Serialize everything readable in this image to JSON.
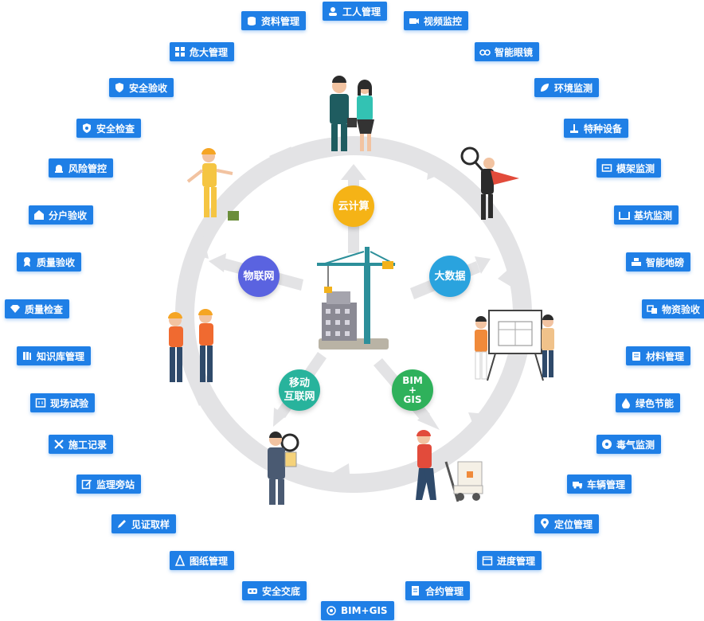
{
  "center": {
    "hubs": [
      {
        "id": "cloud",
        "label": "云计算",
        "color": "#f5b316"
      },
      {
        "id": "bigdata",
        "label": "大数据",
        "color": "#2aa3de"
      },
      {
        "id": "bimgis",
        "label": "BIM\n+\nGIS",
        "color": "#2fb15b"
      },
      {
        "id": "mobile",
        "label": "移动\n互联网",
        "color": "#28b39c"
      },
      {
        "id": "iot",
        "label": "物联网",
        "color": "#5a63e0"
      }
    ],
    "illustrations": [
      "managers",
      "surveyor",
      "presenters",
      "delivery-worker",
      "inspector",
      "safety-workers",
      "electrician",
      "tower-crane"
    ]
  },
  "tags": [
    {
      "label": "工人管理",
      "icon": "worker-icon"
    },
    {
      "label": "视频监控",
      "icon": "camera-icon"
    },
    {
      "label": "智能眼镜",
      "icon": "glasses-icon"
    },
    {
      "label": "环境监测",
      "icon": "leaf-icon"
    },
    {
      "label": "特种设备",
      "icon": "equipment-icon"
    },
    {
      "label": "模架监测",
      "icon": "formwork-icon"
    },
    {
      "label": "基坑监测",
      "icon": "pit-icon"
    },
    {
      "label": "智能地磅",
      "icon": "scale-icon"
    },
    {
      "label": "物资验收",
      "icon": "materials-icon"
    },
    {
      "label": "材料管理",
      "icon": "material-icon"
    },
    {
      "label": "绿色节能",
      "icon": "drop-icon"
    },
    {
      "label": "毒气监测",
      "icon": "hazard-icon"
    },
    {
      "label": "车辆管理",
      "icon": "truck-icon"
    },
    {
      "label": "定位管理",
      "icon": "location-icon"
    },
    {
      "label": "进度管理",
      "icon": "calendar-icon"
    },
    {
      "label": "合约管理",
      "icon": "contract-icon"
    },
    {
      "label": "BIM+GIS",
      "icon": "target-icon"
    },
    {
      "label": "安全交底",
      "icon": "vr-icon"
    },
    {
      "label": "图纸管理",
      "icon": "drawing-icon"
    },
    {
      "label": "见证取样",
      "icon": "pen-icon"
    },
    {
      "label": "监理旁站",
      "icon": "edit-icon"
    },
    {
      "label": "施工记录",
      "icon": "tools-icon"
    },
    {
      "label": "现场试验",
      "icon": "test-icon"
    },
    {
      "label": "知识库管理",
      "icon": "knowledge-icon"
    },
    {
      "label": "质量检查",
      "icon": "diamond-icon"
    },
    {
      "label": "质量验收",
      "icon": "badge-icon"
    },
    {
      "label": "分户验收",
      "icon": "house-icon"
    },
    {
      "label": "风险管控",
      "icon": "alarm-icon"
    },
    {
      "label": "安全检查",
      "icon": "shield-check-icon"
    },
    {
      "label": "安全验收",
      "icon": "shield-icon"
    },
    {
      "label": "危大管理",
      "icon": "grid-icon"
    },
    {
      "label": "资料管理",
      "icon": "database-icon"
    }
  ]
}
